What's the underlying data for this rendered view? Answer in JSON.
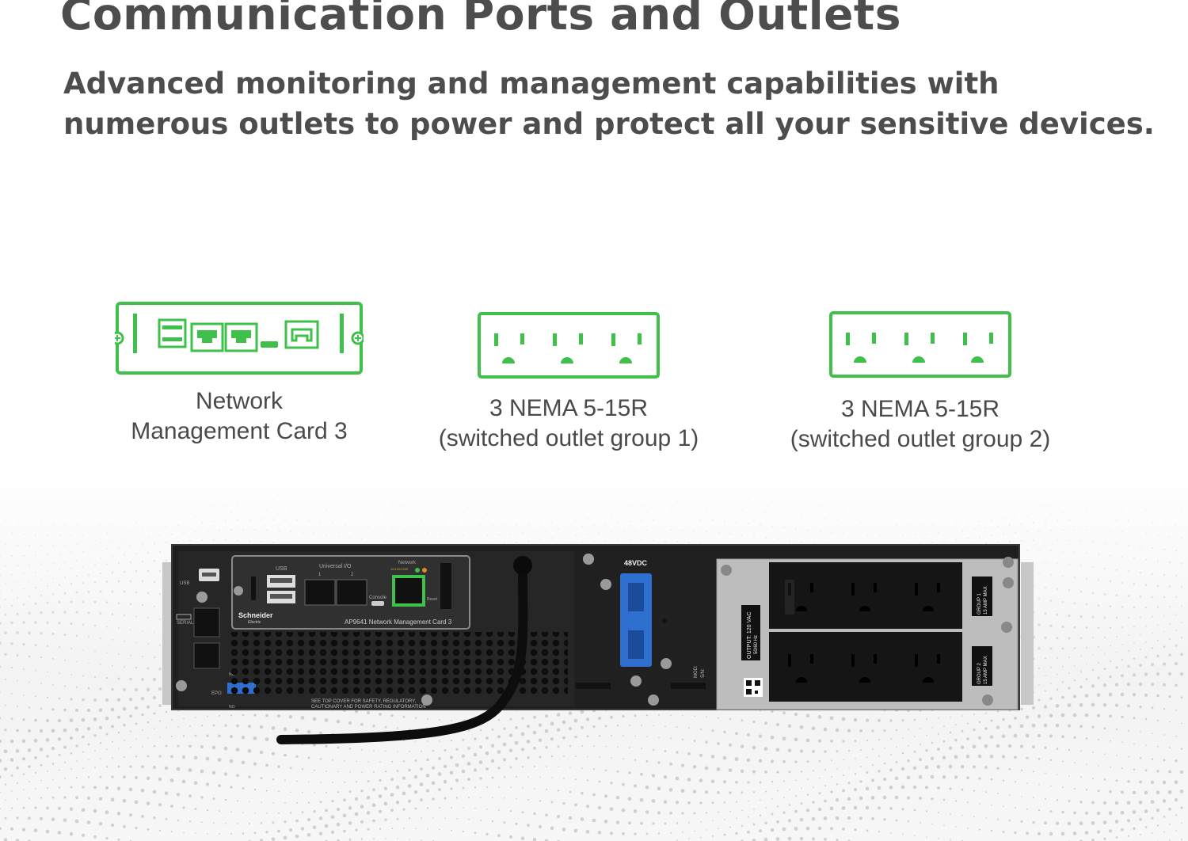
{
  "heading": {
    "title": "Communication Ports and Outlets",
    "subtitle": "Advanced monitoring and management capabilities with numerous outlets to power and protect all your sensitive devices."
  },
  "features": [
    {
      "icon": "network-card-icon",
      "line1": "Network",
      "line2": "Management Card 3"
    },
    {
      "icon": "outlet-group-icon",
      "line1": "3 NEMA 5-15R",
      "line2": "(switched outlet group 1)"
    },
    {
      "icon": "outlet-group-icon",
      "line1": "3 NEMA 5-15R",
      "line2": "(switched outlet group 2)"
    }
  ],
  "colors": {
    "accent": "#3fc04a",
    "text": "#4d4d4d",
    "chassis": "#1e1e1e",
    "blue_connector": "#2f6fd0"
  },
  "ups_panel": {
    "usb": "USB",
    "serial": "SERIAL",
    "epo": "EPO",
    "nc": "NC",
    "no": "NO",
    "card_usb": "USB",
    "universal_io": "Universal I/O",
    "io_1": "1",
    "io_2": "2",
    "network": "Network",
    "speed": "10/100/1000",
    "console": "Console",
    "reset": "Reset",
    "brand": "Schneider",
    "brand_sub": "Electric",
    "card_model": "AP9641 Network Management Card 3",
    "dc": "48VDC",
    "safety_1": "SEE TOP COVER FOR SAFETY, REGULATORY,",
    "safety_2": "CAUTIONARY AND POWER RATING INFORMATION",
    "output_1": "OUTPUT: 120 VAC",
    "output_2": "50/60 Hz",
    "group1_a": "GROUP 1",
    "group1_b": "15 AMP MAX",
    "group2_a": "GROUP 2",
    "group2_b": "15 AMP MAX",
    "mod": "MOD:",
    "sn": "S/N:"
  }
}
